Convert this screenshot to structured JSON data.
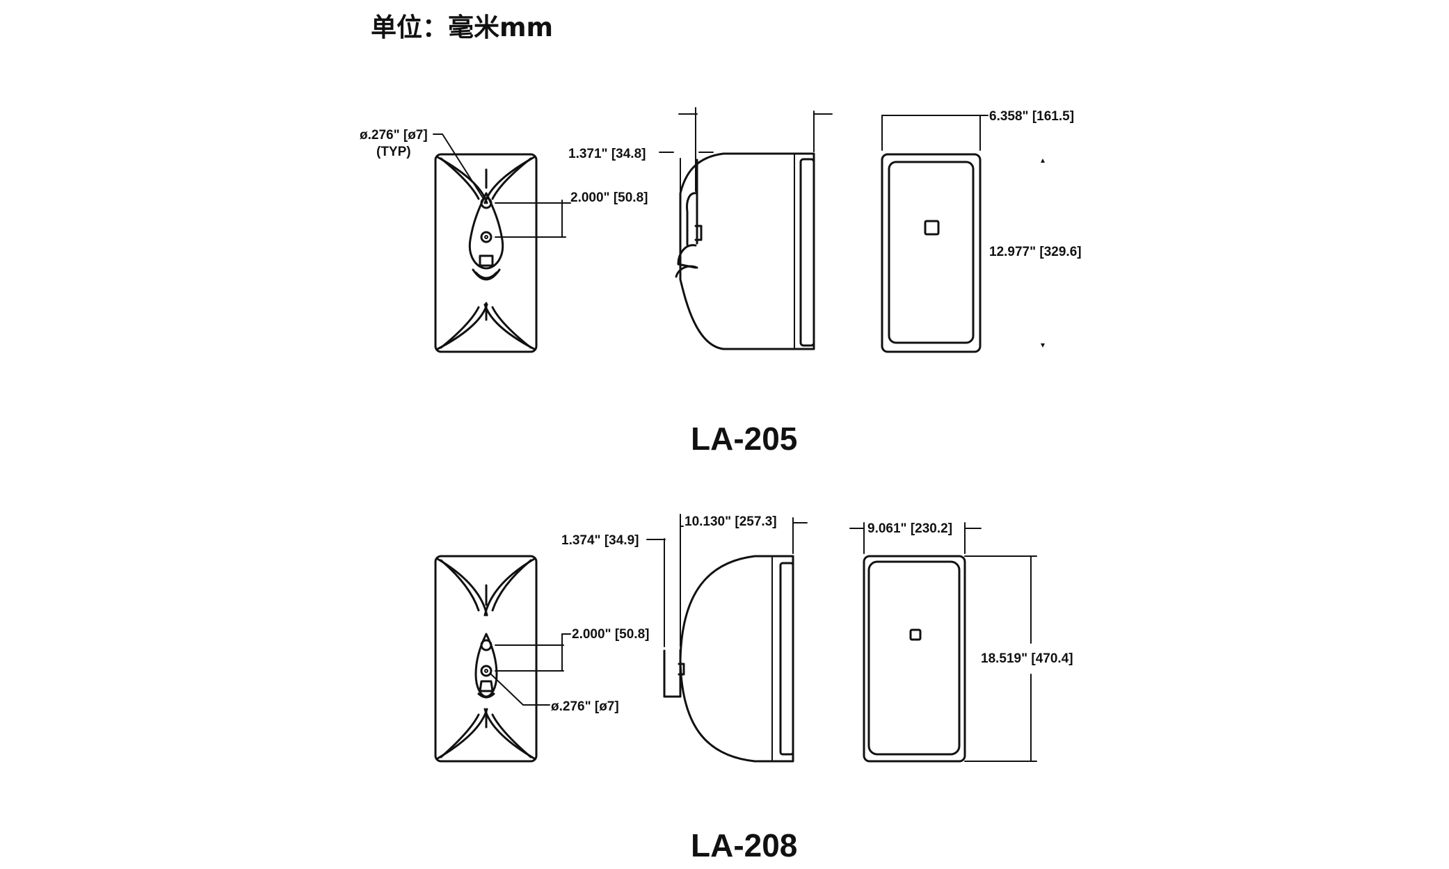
{
  "unit_label": "单位：毫米mm",
  "models": [
    {
      "name": "LA-205",
      "dims": {
        "hole": "ø.276\" [ø7]",
        "hole_note": "(TYP)",
        "hole_spacing": "2.000\" [50.8]",
        "bracket_depth": "1.371\" [34.8]",
        "width": "6.358\" [161.5]",
        "height": "12.977\" [329.6]"
      }
    },
    {
      "name": "LA-208",
      "dims": {
        "hole_spacing": "2.000\" [50.8]",
        "hole": "ø.276\" [ø7]",
        "bracket_depth": "1.374\" [34.9]",
        "depth": "10.130\" [257.3]",
        "width": "9.061\" [230.2]",
        "height": "18.519\" [470.4]"
      }
    }
  ]
}
